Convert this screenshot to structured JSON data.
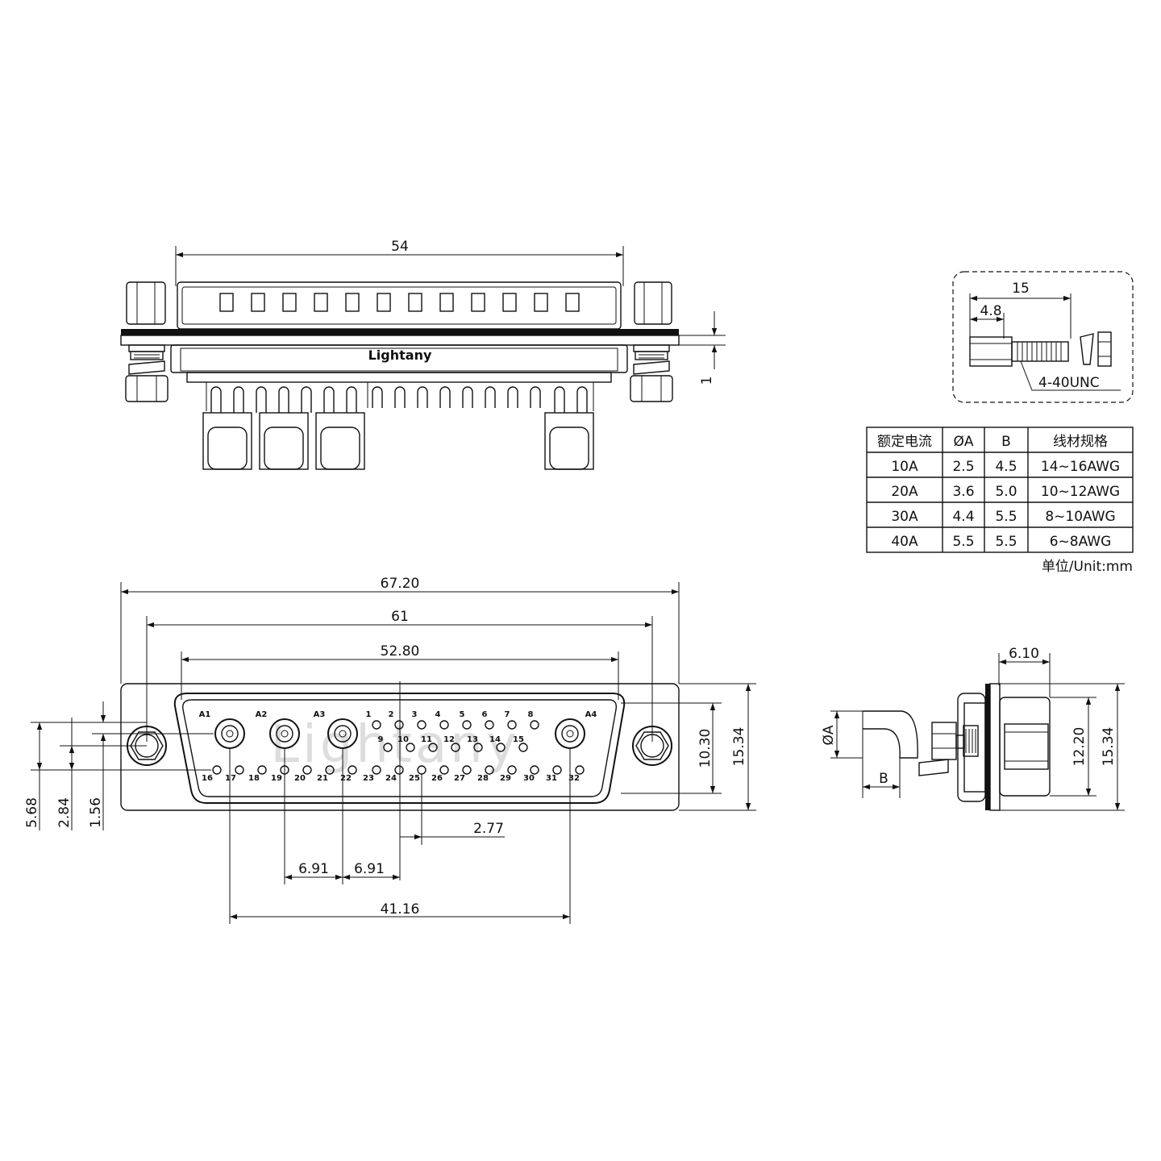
{
  "top_view": {
    "width_dim": "54",
    "flange_dim": "1",
    "brand": "Lightany"
  },
  "screw_detail": {
    "length_dim": "15",
    "hex_dim": "4.8",
    "thread_label": "4-40UNC"
  },
  "spec_table": {
    "headers": [
      "额定电流",
      "ØA",
      "B",
      "线材规格"
    ],
    "rows": [
      [
        "10A",
        "2.5",
        "4.5",
        "14~16AWG"
      ],
      [
        "20A",
        "3.6",
        "5.0",
        "10~12AWG"
      ],
      [
        "30A",
        "4.4",
        "5.5",
        "8~10AWG"
      ],
      [
        "40A",
        "5.5",
        "5.5",
        "6~8AWG"
      ]
    ],
    "unit_note": "单位/Unit:mm"
  },
  "front_view": {
    "overall_width": "67.20",
    "mount_spacing": "61",
    "shell_width": "52.80",
    "shell_height": "10.30",
    "overall_height": "15.34",
    "dim_568": "5.68",
    "dim_284": "2.84",
    "dim_156": "1.56",
    "pitch_small": "2.77",
    "pitch_power_1": "6.91",
    "pitch_power_2": "6.91",
    "power_span": "41.16",
    "watermark": "Lightany",
    "power_labels": [
      "A1",
      "A2",
      "A3",
      "A4"
    ],
    "row1_labels": [
      "1",
      "2",
      "3",
      "4",
      "5",
      "6",
      "7",
      "8"
    ],
    "row2_labels": [
      "9",
      "10",
      "11",
      "12",
      "13",
      "14",
      "15"
    ],
    "row3_labels": [
      "16",
      "17",
      "18",
      "19",
      "20",
      "21",
      "22",
      "23",
      "24",
      "25",
      "26",
      "27",
      "28",
      "29",
      "30",
      "31",
      "32"
    ]
  },
  "side_view": {
    "depth_dim": "6.10",
    "inner_height": "12.20",
    "outer_height": "15.34",
    "diameter_label": "ØA",
    "b_label": "B"
  }
}
